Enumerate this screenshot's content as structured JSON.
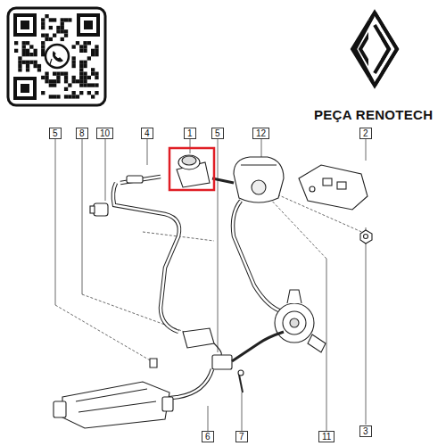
{
  "diagram": {
    "nodes": [
      {
        "text": [
          "5"
        ]
      },
      {
        "text": [
          "8"
        ]
      },
      {
        "text": [
          "10"
        ]
      },
      {
        "text": [
          "4"
        ]
      },
      {
        "text": [
          "1"
        ]
      },
      {
        "text": [
          "5"
        ]
      },
      {
        "text": [
          "12"
        ]
      },
      {
        "text": [
          "2"
        ]
      },
      {
        "text": [
          "3"
        ]
      },
      {
        "text": [
          "6"
        ]
      },
      {
        "text": [
          "7"
        ]
      },
      {
        "text": [
          "11"
        ]
      }
    ],
    "labels": [
      "PEÇA RENOTECH"
    ]
  }
}
